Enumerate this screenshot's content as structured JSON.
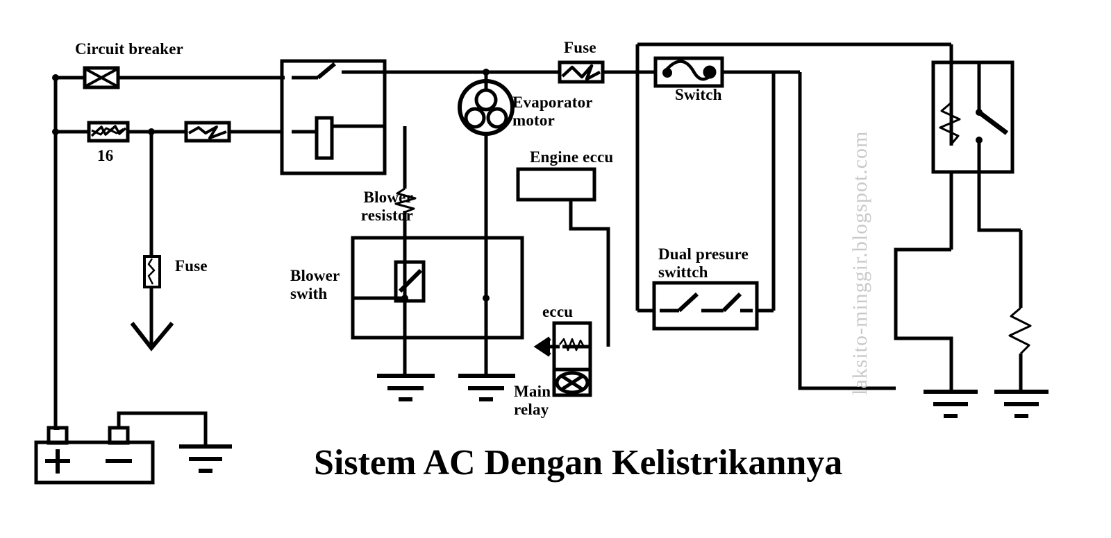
{
  "diagram": {
    "title": "Sistem AC Dengan Kelistrikannya",
    "watermark": "laksito-minggir.blogspot.com",
    "stroke_color": "#000000",
    "background_color": "#ffffff",
    "watermark_color": "#c9c9c9",
    "labels": {
      "circuit_breaker": "Circuit breaker",
      "fuse_rating_16": "16",
      "fuse_left": "Fuse",
      "blower_resistor": "Blower\nresistor",
      "blower_switch": "Blower\nswith",
      "evaporator_motor": "Evaporator\nmotor",
      "engine_eccu": "Engine eccu",
      "eccu": "eccu",
      "main_relay": "Main\nrelay",
      "fuse_top": "Fuse",
      "switch": "Switch",
      "dual_pressure_switch": "Dual presure\nswittch",
      "battery_positive": "+",
      "battery_negative": "−"
    },
    "components": [
      {
        "name": "circuit-breaker",
        "type": "circuit-breaker",
        "label": "Circuit breaker"
      },
      {
        "name": "fuse-16",
        "type": "fuse",
        "label": "16"
      },
      {
        "name": "fuse-inline-second",
        "type": "fuse",
        "label": ""
      },
      {
        "name": "fuse-vertical-left",
        "type": "fuse",
        "label": "Fuse"
      },
      {
        "name": "relay-left",
        "type": "relay",
        "label": ""
      },
      {
        "name": "blower-resistor",
        "type": "resistor",
        "label": "Blower resistor"
      },
      {
        "name": "blower-switch",
        "type": "switch-box",
        "label": "Blower swith"
      },
      {
        "name": "evaporator-motor",
        "type": "motor",
        "label": "Evaporator motor"
      },
      {
        "name": "engine-eccu",
        "type": "module-box",
        "label": "Engine eccu"
      },
      {
        "name": "eccu-main-relay",
        "type": "relay",
        "label": "eccu / Main relay"
      },
      {
        "name": "fuse-top",
        "type": "fuse",
        "label": "Fuse"
      },
      {
        "name": "switch-top",
        "type": "switch",
        "label": "Switch"
      },
      {
        "name": "dual-pressure-switch",
        "type": "switch-pair",
        "label": "Dual presure swittch"
      },
      {
        "name": "relay-right",
        "type": "relay",
        "label": ""
      },
      {
        "name": "resistor-right",
        "type": "resistor",
        "label": ""
      },
      {
        "name": "battery",
        "type": "battery",
        "label": "+ −"
      },
      {
        "name": "ground-battery",
        "type": "ground",
        "label": ""
      },
      {
        "name": "ground-blower",
        "type": "ground",
        "label": ""
      },
      {
        "name": "ground-evaporator",
        "type": "ground",
        "label": ""
      },
      {
        "name": "ground-relay-right",
        "type": "ground",
        "label": ""
      },
      {
        "name": "ground-resistor-right",
        "type": "ground",
        "label": ""
      },
      {
        "name": "arrow-down-left",
        "type": "arrow",
        "label": ""
      },
      {
        "name": "arrow-left-eccu",
        "type": "arrow",
        "label": ""
      }
    ]
  }
}
